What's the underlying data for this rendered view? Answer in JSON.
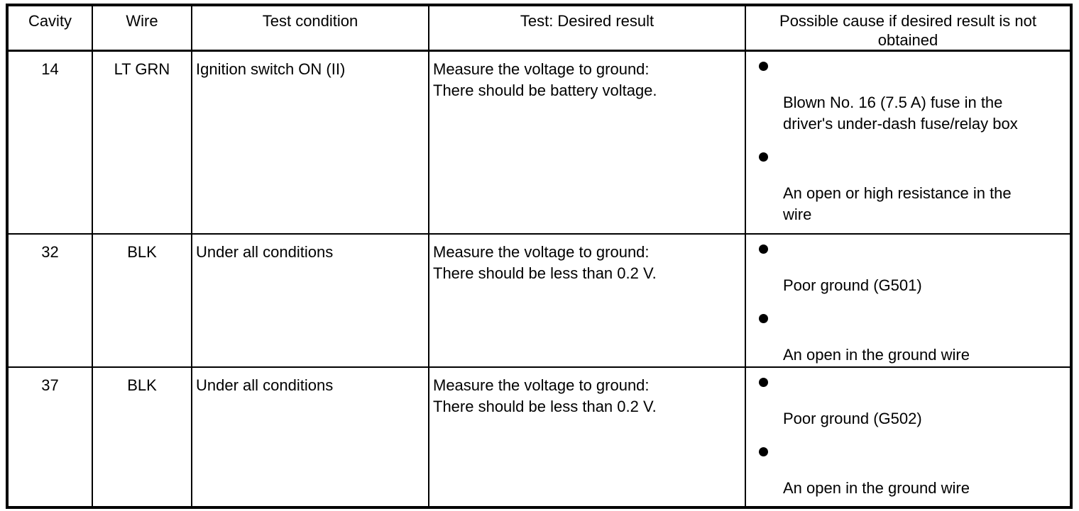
{
  "colors": {
    "border": "#000000",
    "background": "#ffffff",
    "text": "#000000"
  },
  "table": {
    "columns": [
      "Cavity",
      "Wire",
      "Test condition",
      "Test: Desired result",
      "Possible cause if desired result is not obtained"
    ],
    "rows": [
      {
        "cavity": "14",
        "wire": "LT GRN",
        "test_condition": "Ignition switch ON (II)",
        "desired_result": [
          "Measure the voltage to ground:",
          "There should be battery voltage."
        ],
        "causes": [
          "Blown No. 16 (7.5 A) fuse in the driver's under-dash fuse/relay box",
          "An open or high resistance in the wire"
        ]
      },
      {
        "cavity": "32",
        "wire": "BLK",
        "test_condition": "Under all conditions",
        "desired_result": [
          "Measure the voltage to ground:",
          "There should be less than 0.2 V."
        ],
        "causes": [
          "Poor ground (G501)",
          "An open in the ground wire"
        ]
      },
      {
        "cavity": "37",
        "wire": "BLK",
        "test_condition": "Under all conditions",
        "desired_result": [
          "Measure the voltage to ground:",
          "There should be less than 0.2 V."
        ],
        "causes": [
          "Poor ground (G502)",
          "An open in the ground wire"
        ]
      }
    ]
  }
}
